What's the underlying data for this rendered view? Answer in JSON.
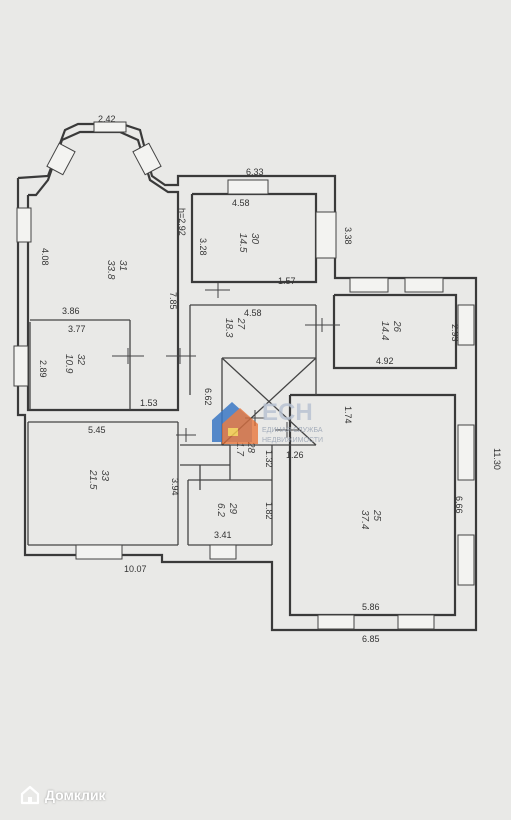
{
  "dimensions": {
    "d_242": "2.42",
    "d_633": "6.33",
    "d_458": "4.58",
    "d_338": "3.38",
    "d_328": "3.28",
    "d_h292": "h=2.92",
    "d_408": "4.08",
    "d_785": "7.85",
    "d_386": "3.86",
    "d_377": "3.77",
    "d_289": "2.89",
    "d_153": "1.53",
    "d_157": "1.57",
    "d_458b": "4.58",
    "d_293": "2.93",
    "d_492": "4.92",
    "d_662": "6.62",
    "d_174": "1.74",
    "d_545": "5.45",
    "d_394": "3.94",
    "d_126": "1.26",
    "d_132": "1.32",
    "d_182": "1.82",
    "d_341": "3.41",
    "d_666": "6.66",
    "d_1130": "11.30",
    "d_586": "5.86",
    "d_1007": "10.07",
    "d_685": "6.85"
  },
  "rooms": {
    "r31": {
      "num": "31",
      "area": "33.8"
    },
    "r30": {
      "num": "30",
      "area": "14.5"
    },
    "r27": {
      "num": "27",
      "area": "18.3"
    },
    "r26": {
      "num": "26",
      "area": "14.4"
    },
    "r32": {
      "num": "32",
      "area": "10.9"
    },
    "r33": {
      "num": "33",
      "area": "21.5"
    },
    "r28a": {
      "num": "28",
      "area": "1.7"
    },
    "r29": {
      "num": "29",
      "area": "6.2"
    },
    "r25": {
      "num": "25",
      "area": "37.4"
    }
  },
  "watermark": {
    "logo_text": "ЕСН",
    "line1": "ЕДИНАЯ СЛУЖБА",
    "line2": "НЕДВИЖИМОСТИ"
  },
  "brand": {
    "name": "Домклик",
    "icon": "house-icon"
  }
}
